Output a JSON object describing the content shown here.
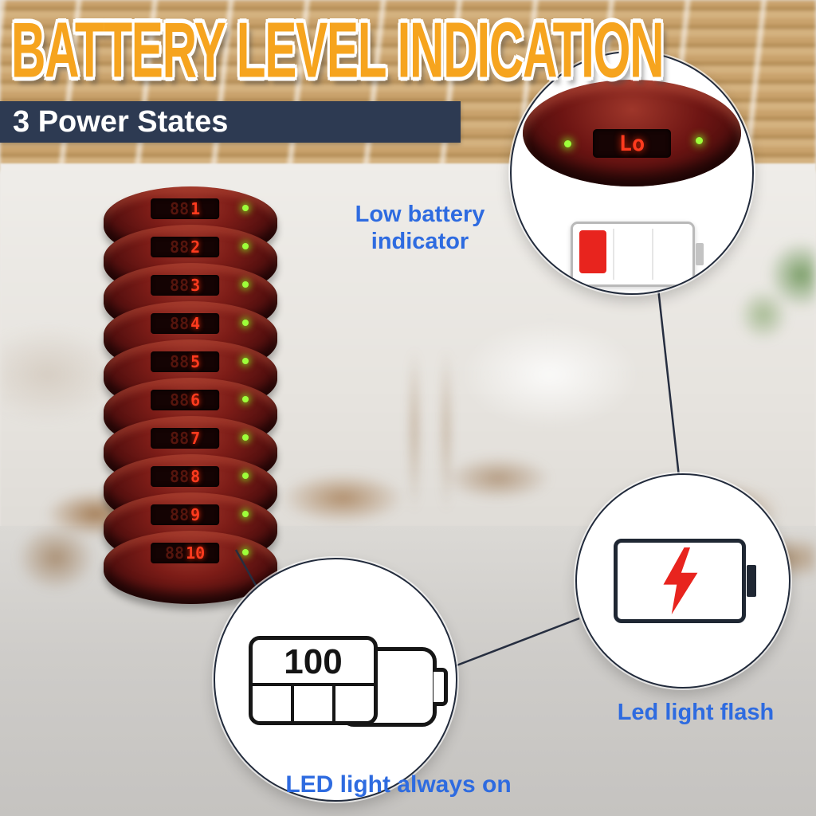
{
  "title": "BATTERY LEVEL INDICATION",
  "banner": {
    "text": "3 Power States"
  },
  "stack": {
    "ghost": "88",
    "numbers": [
      "1",
      "2",
      "3",
      "4",
      "5",
      "6",
      "7",
      "8",
      "9",
      "10"
    ]
  },
  "callout_low": {
    "display": "Lo",
    "label_line1": "Low battery",
    "label_line2": "indicator"
  },
  "callout_flash": {
    "label": "Led light flash"
  },
  "callout_full": {
    "value": "100",
    "label": "LED light always on"
  },
  "colors": {
    "title_orange": "#f6a41e",
    "banner_navy": "#2d3a52",
    "label_blue": "#2e6be0",
    "battery_red": "#e8241e",
    "led_green": "#9dff3a",
    "pager_body_red": "#6d1513",
    "digit_red": "#ff3b1e"
  }
}
